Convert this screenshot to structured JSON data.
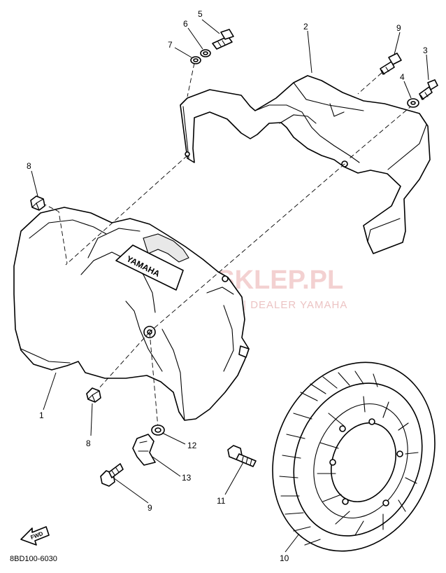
{
  "diagram_code": "8BD100-6030",
  "emblem_text": "YAMAHA",
  "direction_label": "FWD",
  "watermark": {
    "line1": "AMI-SKLEP.PL",
    "line2": "WOJCIECHOWICZ | DEALER YAMAHA",
    "color": "#e9a3a3"
  },
  "callouts": [
    {
      "id": "c5",
      "text": "5"
    },
    {
      "id": "c6",
      "text": "6"
    },
    {
      "id": "c7",
      "text": "7"
    },
    {
      "id": "c2",
      "text": "2"
    },
    {
      "id": "c9a",
      "text": "9"
    },
    {
      "id": "c3",
      "text": "3"
    },
    {
      "id": "c4",
      "text": "4"
    },
    {
      "id": "c8a",
      "text": "8"
    },
    {
      "id": "c1",
      "text": "1"
    },
    {
      "id": "c8b",
      "text": "8"
    },
    {
      "id": "c12",
      "text": "12"
    },
    {
      "id": "c13",
      "text": "13"
    },
    {
      "id": "c9b",
      "text": "9"
    },
    {
      "id": "c11",
      "text": "11"
    },
    {
      "id": "c10",
      "text": "10"
    }
  ]
}
